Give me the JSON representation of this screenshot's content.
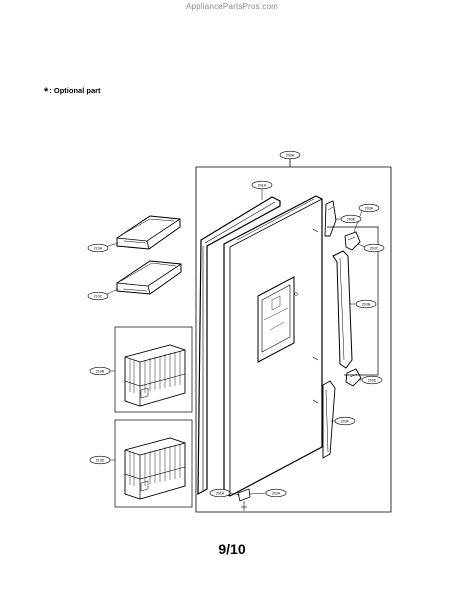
{
  "watermark": "AppliancePartsPros.com",
  "note": {
    "symbol": "*",
    "text": ": Optional part"
  },
  "page": "9/10",
  "callouts": {
    "door_assembly": "200A",
    "gasket": "201A",
    "bin_upper": "210A",
    "bin_lower": "210C",
    "basket_upper": "210B",
    "basket_lower": "210D",
    "hinge_top": "203A",
    "cap_top": "203E",
    "cap_upper": "203C",
    "handle": "203B",
    "cap_lower": "203D",
    "handle_trim": "203F",
    "hinge_bottom_left": "201A",
    "hinge_bottom_right": "203A"
  }
}
